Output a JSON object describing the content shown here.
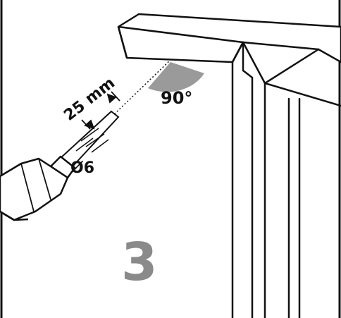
{
  "step_number": "3",
  "drill": {
    "depth_label": "25 mm",
    "diameter_label": "Ø6"
  },
  "angle": {
    "label": "90°",
    "value_degrees": 90,
    "marker_color": "#9a9a9a"
  },
  "colors": {
    "line": "#111111",
    "step_number": "#8a8a8a",
    "background": "#ffffff"
  }
}
